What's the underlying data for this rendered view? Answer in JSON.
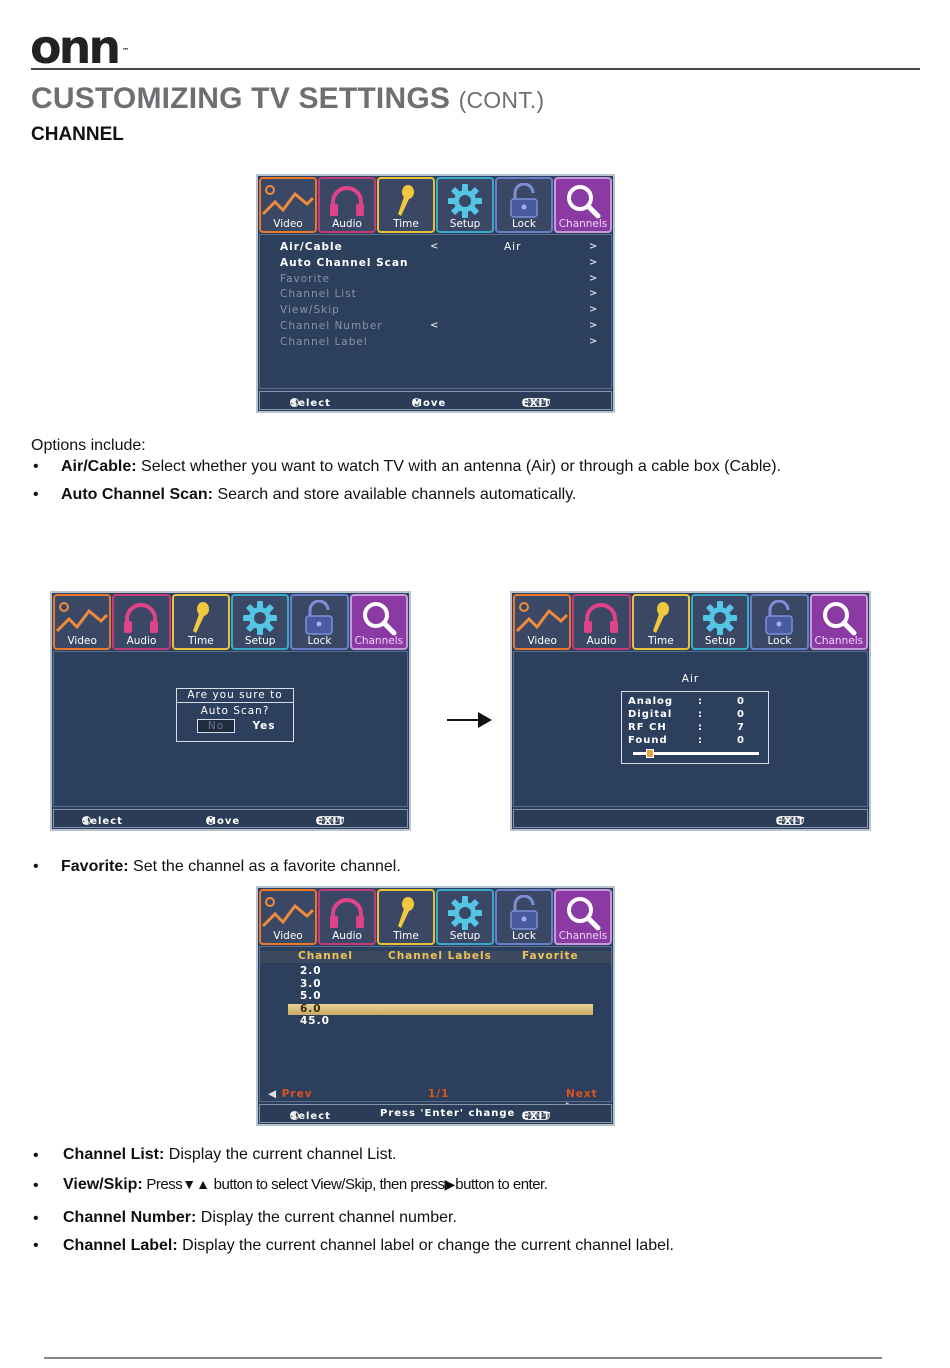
{
  "brand": {
    "logo": "onn",
    "tm": "™"
  },
  "heading": {
    "title": "CUSTOMIZING TV SETTINGS",
    "subtitle": "(CONT.)",
    "section": "CHANNEL"
  },
  "tabs": [
    "Video",
    "Audio",
    "Time",
    "Setup",
    "Lock",
    "Channels"
  ],
  "tab_icons": [
    "chart-icon",
    "headphones-icon",
    "microphone-icon",
    "gear-icon",
    "lock-icon",
    "magnifier-icon"
  ],
  "colors": {
    "screen_bg": "#2c3f5c",
    "highlight_bar": "#c9a862",
    "channel_header": "#f0c35a",
    "prev_next": "#e0531f"
  },
  "screen1": {
    "rows": [
      {
        "label": "Air/Cable",
        "value": "Air",
        "left_arrow": "<",
        "right_arrow": ">",
        "active": true
      },
      {
        "label": "Auto Channel Scan",
        "value": "",
        "left_arrow": "",
        "right_arrow": ">",
        "active": true
      },
      {
        "label": "Favorite",
        "value": "",
        "left_arrow": "",
        "right_arrow": ">",
        "active": false
      },
      {
        "label": "Channel List",
        "value": "",
        "left_arrow": "",
        "right_arrow": ">",
        "active": false
      },
      {
        "label": "View/Skip",
        "value": "",
        "left_arrow": "",
        "right_arrow": ">",
        "active": false
      },
      {
        "label": "Channel Number",
        "value": "",
        "left_arrow": "<",
        "right_arrow": ">",
        "active": false
      },
      {
        "label": "Channel Label",
        "value": "",
        "left_arrow": "",
        "right_arrow": ">",
        "active": false
      }
    ],
    "footer": {
      "select": "Select",
      "move": "Move",
      "menu": "MENU",
      "exit": "EXIT"
    }
  },
  "options_intro": "Options include:",
  "bullet_char": "•",
  "bullets_top": [
    {
      "term": "Air/Cable:",
      "desc": " Select whether you want to watch TV with an antenna (Air) or through a cable box (Cable)."
    },
    {
      "term": "Auto Channel Scan:",
      "desc": " Search and store available channels automatically."
    }
  ],
  "screen2": {
    "dialog": {
      "line1": "Are you sure to",
      "line2": "Auto Scan?",
      "no": "No",
      "yes": "Yes"
    },
    "footer": {
      "select": "Select",
      "move": "Move",
      "menu": "MENU",
      "exit": "EXIT"
    }
  },
  "arrow": "→",
  "screen3": {
    "heading": "Air",
    "stats": [
      {
        "label": "Analog",
        "sep": ":",
        "value": "0"
      },
      {
        "label": "Digital",
        "sep": ":",
        "value": "0"
      },
      {
        "label": "RF CH",
        "sep": ":",
        "value": "7"
      },
      {
        "label": "Found",
        "sep": ":",
        "value": "0"
      }
    ],
    "progress": 0.1,
    "footer": {
      "menu": "MENU",
      "exit": "EXIT"
    }
  },
  "bullet_favorite": {
    "term": "Favorite:",
    "desc": " Set the channel as a favorite channel."
  },
  "screen4": {
    "headers": {
      "channel": "Channel",
      "labels": "Channel Labels",
      "favorite": "Favorite"
    },
    "channels": [
      "2.0",
      "3.0",
      "5.0",
      "6.0",
      "45.0"
    ],
    "selected_index": 3,
    "pager": {
      "prev": "Prev",
      "page": "1/1",
      "next": "Next"
    },
    "footer": {
      "select": "Select",
      "enter": "Press 'Enter' change",
      "menu": "MENU",
      "exit": "EXIT"
    }
  },
  "bullets_bottom": {
    "channel_list": {
      "term": "Channel List:",
      "desc": " Display the current channel List."
    },
    "view_skip": {
      "term": "View/Skip:",
      "desc1": " Press",
      "desc2": " button to select View/Skip, then press",
      "desc3": "button to enter."
    },
    "channel_number": {
      "term": "Channel Number:",
      "desc": " Display the current channel number."
    },
    "channel_label": {
      "term": "Channel Label:",
      "desc": " Display the current channel label or change the current channel label."
    }
  }
}
